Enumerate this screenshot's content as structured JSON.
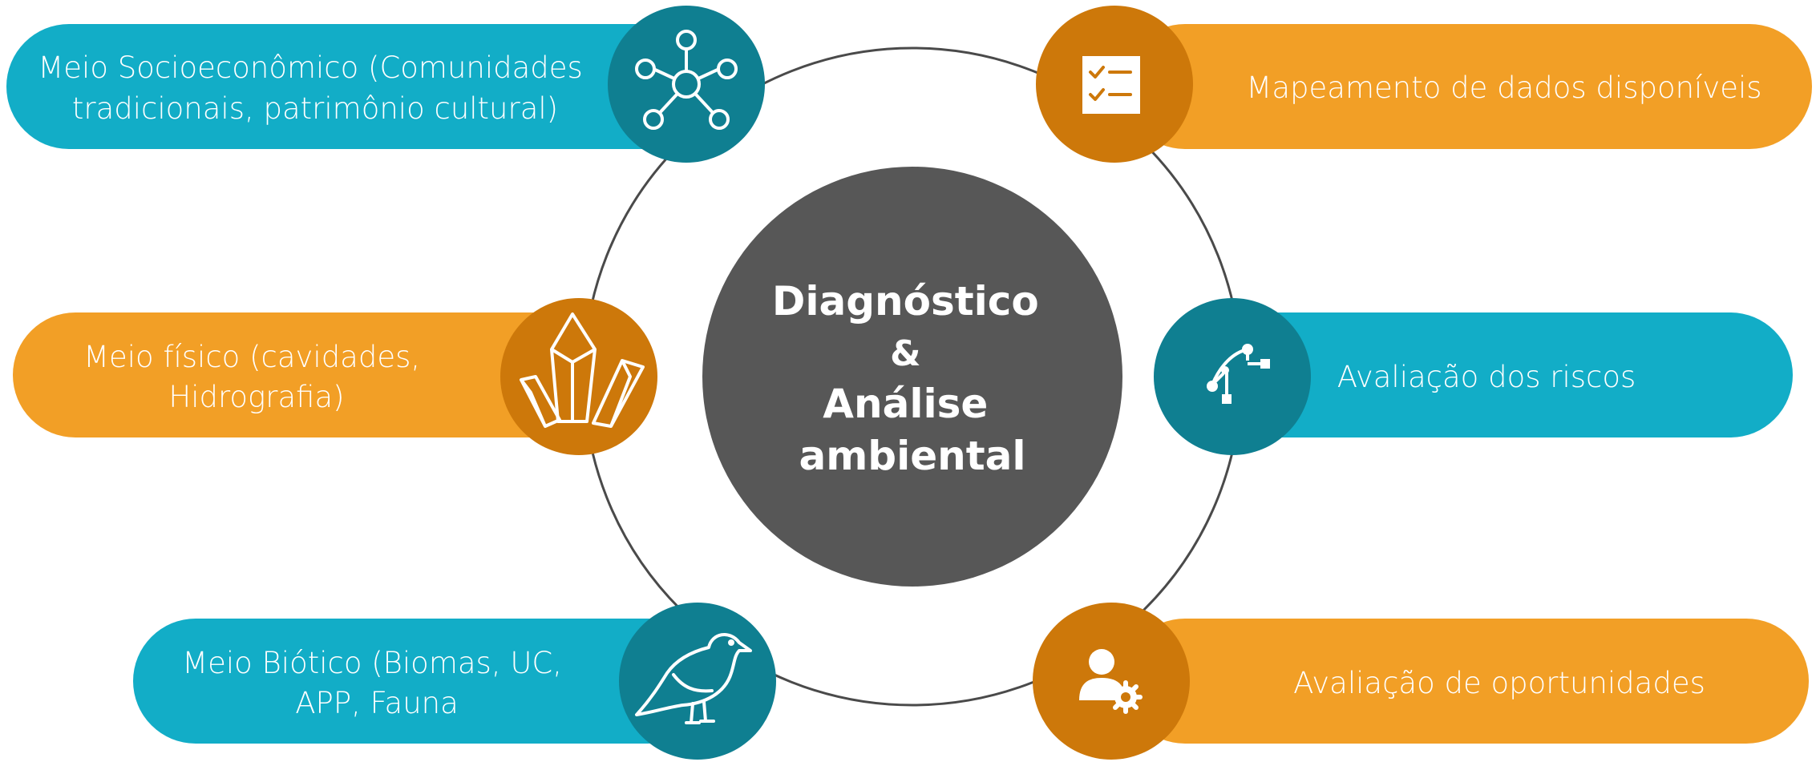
{
  "center": {
    "lines": [
      "Diagnóstico",
      "&",
      "Análise",
      "ambiental"
    ]
  },
  "colors": {
    "teal_pill": "#12adc7",
    "teal_icon": "#0f7f91",
    "orange_pill": "#f29f26",
    "orange_icon": "#cd780a",
    "center_fill": "#575757",
    "ring_stroke": "#4a4a4a"
  },
  "items": [
    {
      "id": "socioeconomico",
      "lines": [
        "Meio Socioeconômico (Comunidades",
        "tradicionais, patrimônio cultural)"
      ],
      "icon": "network-icon",
      "color": "teal"
    },
    {
      "id": "fisico",
      "lines": [
        "Meio físico (cavidades,",
        "Hidrografia)"
      ],
      "icon": "crystal-icon",
      "color": "orange"
    },
    {
      "id": "biotico",
      "lines": [
        "Meio Biótico (Biomas, UC,",
        "APP, Fauna"
      ],
      "icon": "bird-icon",
      "color": "teal"
    },
    {
      "id": "mapeamento",
      "lines": [
        "Mapeamento de dados disponíveis"
      ],
      "icon": "checklist-icon",
      "color": "orange"
    },
    {
      "id": "riscos",
      "lines": [
        "Avaliação dos riscos"
      ],
      "icon": "vector-curve-icon",
      "color": "teal"
    },
    {
      "id": "oportunidades",
      "lines": [
        "Avaliação de oportunidades"
      ],
      "icon": "user-gear-icon",
      "color": "orange"
    }
  ]
}
